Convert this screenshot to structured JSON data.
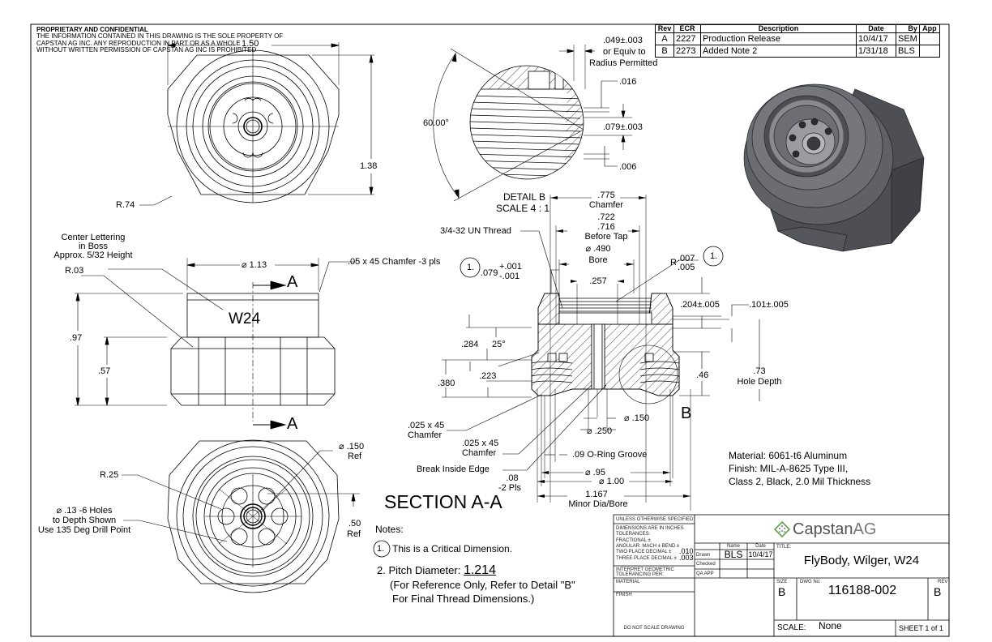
{
  "header": {
    "proprietary_title": "PROPRIETARY AND CONFIDENTIAL",
    "proprietary_lines": [
      "THE INFORMATION CONTAINED IN THIS DRAWING IS THE SOLE PROPERTY OF",
      "CAPSTAN AG INC. ANY REPRODUCTION IN PART OR AS A WHOLE",
      "WITHOUT WRITTEN PERMISSION OF CAPSTAN AG INC IS PROHIBITED"
    ]
  },
  "revision_table": {
    "headers": [
      "Rev",
      "ECR",
      "Description",
      "Date",
      "By",
      "App"
    ],
    "rows": [
      {
        "rev": "A",
        "ecr": "2227",
        "description": "Production Release",
        "date": "10/4/17",
        "by": "SEM",
        "app": ""
      },
      {
        "rev": "B",
        "ecr": "2273",
        "description": "Added Note 2",
        "date": "1/31/18",
        "by": "BLS",
        "app": ""
      }
    ]
  },
  "top_view": {
    "width_dim": "1.50",
    "height_dim": "1.38",
    "radius_label": "R.74"
  },
  "front_view": {
    "lettering_note": [
      "Center Lettering",
      "in Boss",
      "Approx. 5/32 Height"
    ],
    "radius_label": "R.03",
    "diameter_dim": "⌀ 1.13",
    "chamfer_note": ".05 x 45 Chamfer -3 pls",
    "boss_text": "W24",
    "section_marker": "A",
    "height_total": ".97",
    "height_hex": ".57"
  },
  "bottom_view": {
    "radius_label": "R.25",
    "holes_note": [
      "⌀ .13 -6 Holes",
      "to Depth Shown",
      "Use 135 Deg Drill Point"
    ],
    "center_dia": [
      "⌀ .150",
      "Ref"
    ],
    "offset_dim": [
      ".50",
      "Ref"
    ]
  },
  "detail_b": {
    "title": "DETAIL B",
    "scale": "SCALE 4 : 1",
    "angle": "60.00°",
    "relief_note": [
      ".049±.003",
      "or Equiv to",
      "Radius Permitted"
    ],
    "dims": [
      ".016",
      ".079±.003",
      ".006"
    ]
  },
  "section_aa": {
    "title": "SECTION A-A",
    "thread_label": "3/4-32 UN Thread",
    "chamfer_top": [
      ".775",
      "Chamfer"
    ],
    "before_tap": [
      ".722",
      ".716",
      "Before Tap"
    ],
    "bore": [
      "⌀ .490",
      "Bore"
    ],
    "dim_257": ".257",
    "critical_tol": {
      "marker": "1.",
      "value": ".079",
      "plus": "+.001",
      "minus": "-.001"
    },
    "radius_tol": {
      "r": "R",
      "upper": ".007",
      "lower": ".005",
      "marker": "1."
    },
    "dim_204": ".204±.005",
    "dim_101": ".101±.005",
    "dim_284": ".284",
    "angle_25": "25°",
    "dim_380": ".380",
    "dim_223": ".223",
    "dim_46": ".46",
    "hole_depth": [
      ".73",
      "Hole Depth"
    ],
    "chamfer_outer": [
      ".025 x 45",
      "Chamfer"
    ],
    "chamfer_inner": [
      ".025 x 45",
      "Chamfer"
    ],
    "break_edge": "Break Inside Edge",
    "dim_08": [
      ".08",
      "-2 Pls"
    ],
    "dia_150": "⌀ .150",
    "dia_250": "⌀ .250",
    "oring": ".09 O-Ring Groove",
    "dia_95": "⌀ .95",
    "dia_100": "⌀ 1.00",
    "minor_dia": [
      "1.167",
      "Minor Dia/Bore"
    ],
    "detail_marker": "B"
  },
  "material_notes": [
    "Material: 6061-t6 Aluminum",
    "Finish: MIL-A-8625 Type III,",
    "Class 2, Black, 2.0 Mil Thickness"
  ],
  "notes": {
    "heading": "Notes:",
    "note1_marker": "1.",
    "note1": "This is a Critical Dimension.",
    "note2_prefix": "2. Pitch Diameter: ",
    "note2_value": "1.214",
    "note2_line2": "(For Reference Only, Refer to Detail \"B\"",
    "note2_line3": "For Final Thread Dimensions.)"
  },
  "title_block": {
    "unless": "UNLESS OTHERWISE SPECIFIED:",
    "dims_in": "DIMENSIONS ARE IN INCHES",
    "tolerances": "TOLERANCES:",
    "fractional": "FRACTIONAL ±",
    "angular": "ANGULAR: MACH ±    BEND ±",
    "two_place": "TWO PLACE DECIMAL   ±",
    "two_place_val": ".010",
    "three_place": "THREE PLACE DECIMAL  ±",
    "three_place_val": ".003",
    "interpret": "INTERPRET GEOMETRIC",
    "tolerancing": "TOLERANCING PER:",
    "material": "MATERIAL",
    "finish": "FINISH",
    "do_not_scale": "DO NOT SCALE DRAWING",
    "name_hdr": "Name",
    "date_hdr": "Date",
    "drawn_lbl": "Drawn",
    "drawn_name": "BLS",
    "drawn_date": "10/4/17",
    "checked_lbl": "Checked",
    "qa_lbl": "QA APP",
    "company": "Capstan",
    "company_suffix": "AG",
    "title_lbl": "TITLE:",
    "title": "FlyBody, Wilger, W24",
    "size_lbl": "SIZE",
    "size": "B",
    "dwg_lbl": "DWG No:",
    "dwg_no": "116188-002",
    "rev_lbl": "REV",
    "rev": "B",
    "scale_lbl": "SCALE:",
    "scale": "None",
    "sheet": "SHEET 1 of 1",
    "logo_color": "#5aa845"
  }
}
